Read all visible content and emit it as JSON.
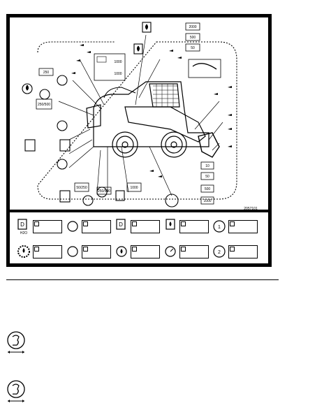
{
  "figure": {
    "ref_code": "2057101",
    "interval_labels": [
      "2000",
      "500",
      "50",
      "250",
      "250/500",
      "1000",
      "50/250",
      "1000",
      "250/500",
      "50",
      "1000",
      "10",
      "500",
      "1000"
    ]
  },
  "icons": {
    "fuel": "fuel-drop-icon",
    "coolant": "coolant-h2o-icon",
    "diesel": "diesel-pump-icon",
    "oil": "oil-drop-icon",
    "grease": "grease-gear-icon",
    "gauge": "gauge-icon",
    "hand": "hand-hourglass-icon"
  }
}
